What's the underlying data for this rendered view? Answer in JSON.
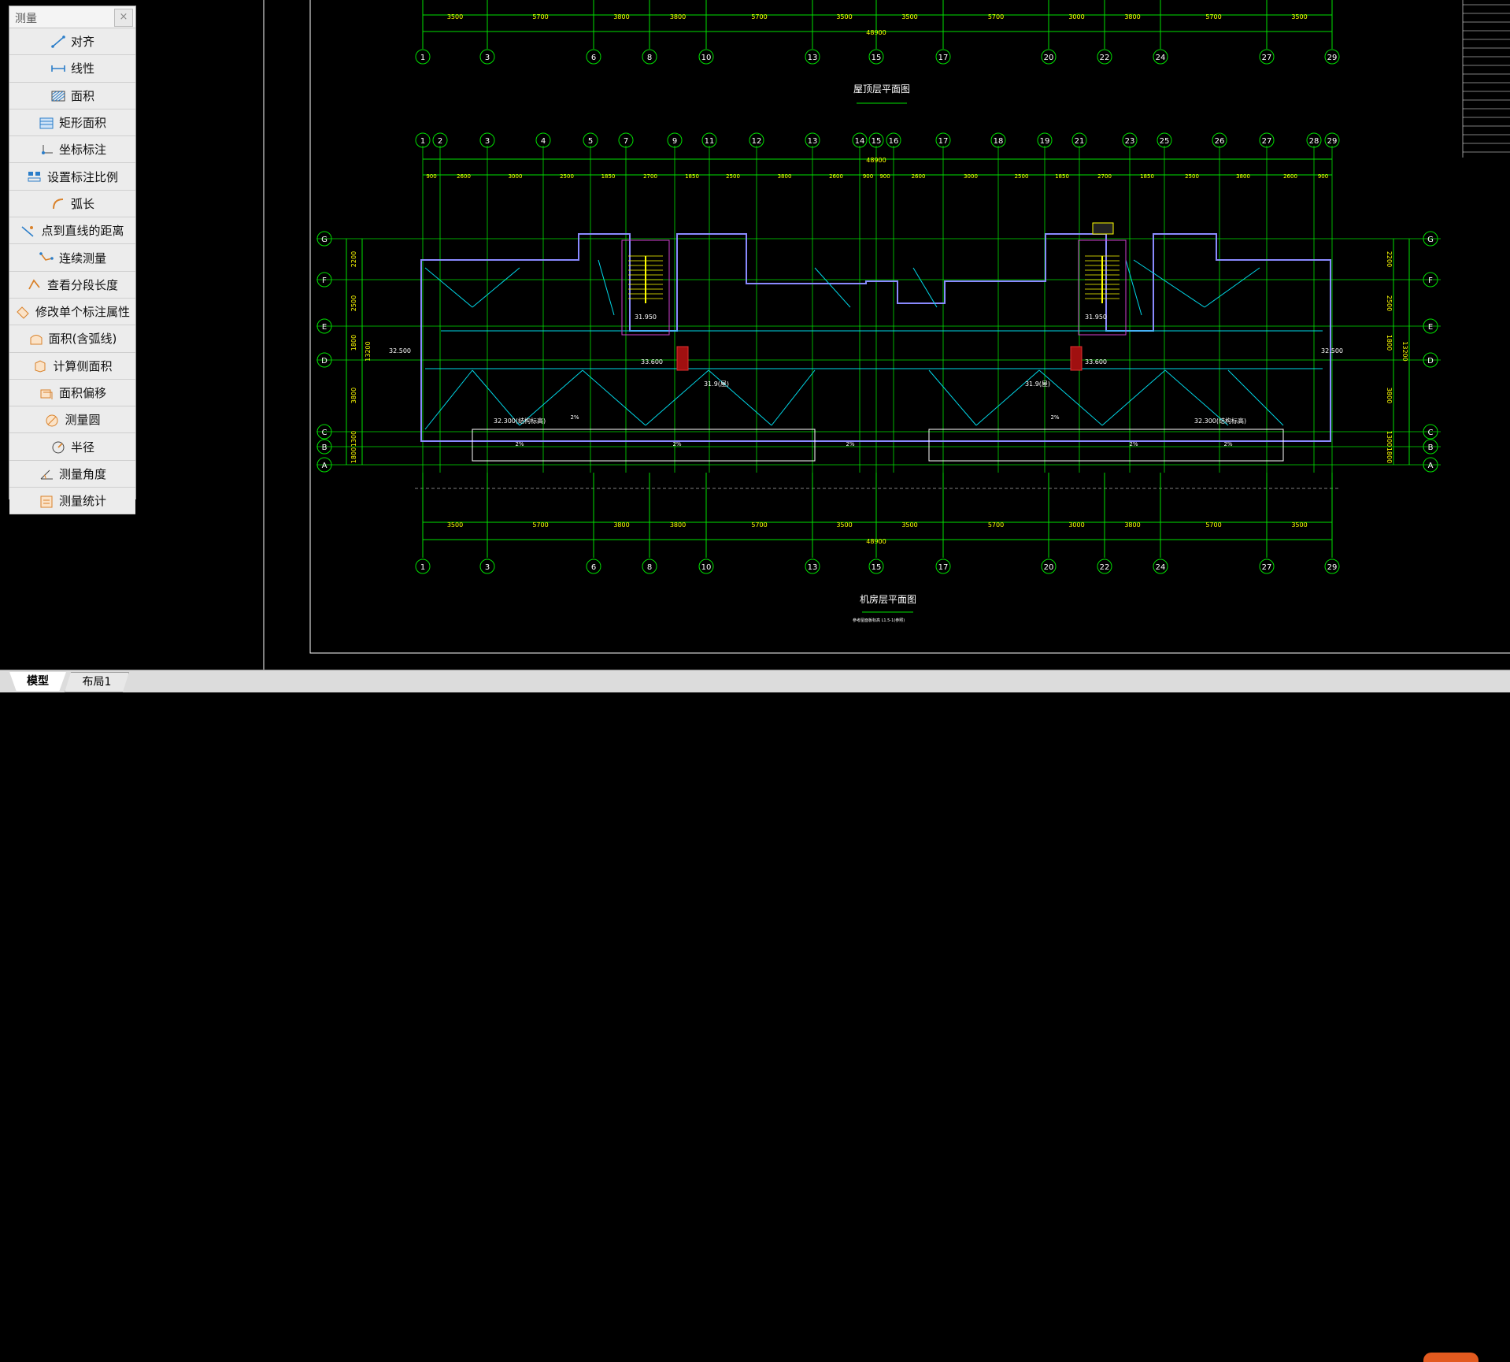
{
  "panel": {
    "title": "测量",
    "close_label": "×",
    "tools": [
      {
        "label": "对齐",
        "icon": "aligned-dimension-icon"
      },
      {
        "label": "线性",
        "icon": "linear-dimension-icon"
      },
      {
        "label": "面积",
        "icon": "area-icon"
      },
      {
        "label": "矩形面积",
        "icon": "rectangle-area-icon"
      },
      {
        "label": "坐标标注",
        "icon": "coordinate-icon"
      },
      {
        "label": "设置标注比例",
        "icon": "scale-icon"
      },
      {
        "label": "弧长",
        "icon": "arc-length-icon"
      },
      {
        "label": "点到直线的距离",
        "icon": "point-line-distance-icon"
      },
      {
        "label": "连续测量",
        "icon": "continuous-measure-icon"
      },
      {
        "label": "查看分段长度",
        "icon": "segment-length-icon"
      },
      {
        "label": "修改单个标注属性",
        "icon": "edit-dimension-icon"
      },
      {
        "label": "面积(含弧线)",
        "icon": "arc-area-icon"
      },
      {
        "label": "计算侧面积",
        "icon": "side-area-icon"
      },
      {
        "label": "面积偏移",
        "icon": "area-offset-icon"
      },
      {
        "label": "测量圆",
        "icon": "measure-circle-icon"
      },
      {
        "label": "半径",
        "icon": "radius-icon"
      },
      {
        "label": "测量角度",
        "icon": "measure-angle-icon"
      },
      {
        "label": "测量统计",
        "icon": "measure-stats-icon"
      }
    ]
  },
  "drawing": {
    "roof_plan_title": "屋顶层平面图",
    "machine_room_title": "机房层平面图",
    "top_total": "48900",
    "mid_total": "48900",
    "bottom_total": "48900",
    "top_dims": [
      "3500",
      "5700",
      "3800",
      "3800",
      "5700",
      "3500",
      "3500",
      "5700",
      "3000",
      "3800",
      "5700",
      "3500"
    ],
    "mid_dims": [
      "900",
      "2600",
      "3000",
      "2500",
      "1850",
      "2700",
      "1850",
      "2500",
      "3800",
      "2600",
      "900",
      "900",
      "2600",
      "3000",
      "2500",
      "1850",
      "2700",
      "1850",
      "2500",
      "3800",
      "2600",
      "900"
    ],
    "bottom_dims": [
      "3500",
      "5700",
      "3800",
      "3800",
      "5700",
      "3500",
      "3500",
      "5700",
      "3000",
      "3800",
      "5700",
      "3500"
    ],
    "top_axes": [
      "1",
      "3",
      "6",
      "8",
      "10",
      "13",
      "15",
      "17",
      "20",
      "22",
      "24",
      "27",
      "29"
    ],
    "mid_axes": [
      "1",
      "2",
      "3",
      "4",
      "5",
      "7",
      "9",
      "11",
      "12",
      "13",
      "14",
      "15",
      "16",
      "17",
      "18",
      "19",
      "21",
      "23",
      "25",
      "26",
      "27",
      "28",
      "29"
    ],
    "bottom_axes": [
      "1",
      "3",
      "6",
      "8",
      "10",
      "13",
      "15",
      "17",
      "20",
      "22",
      "24",
      "27",
      "29"
    ],
    "row_axes": [
      "G",
      "F",
      "E",
      "D",
      "C",
      "B",
      "A"
    ],
    "left_dims": [
      "2200",
      "2500",
      "1800",
      "3800",
      "1300",
      "1800"
    ],
    "right_dims": [
      "2200",
      "2500",
      "1800",
      "3800",
      "1300",
      "1800"
    ],
    "left_total": "13200",
    "right_total": "13200",
    "elevations": [
      "32.500",
      "31.950",
      "33.600",
      "32.300(结构标高)",
      "31.950",
      "33.600",
      "32.300(结构标高)",
      "32.500",
      "31.9(屋)",
      "31.9(屋)"
    ],
    "slope_label": "2%",
    "small_note": "参考屋面板标高 L1.5-1(参照)"
  },
  "tabs": {
    "model": "模型",
    "layout1": "布局1"
  }
}
